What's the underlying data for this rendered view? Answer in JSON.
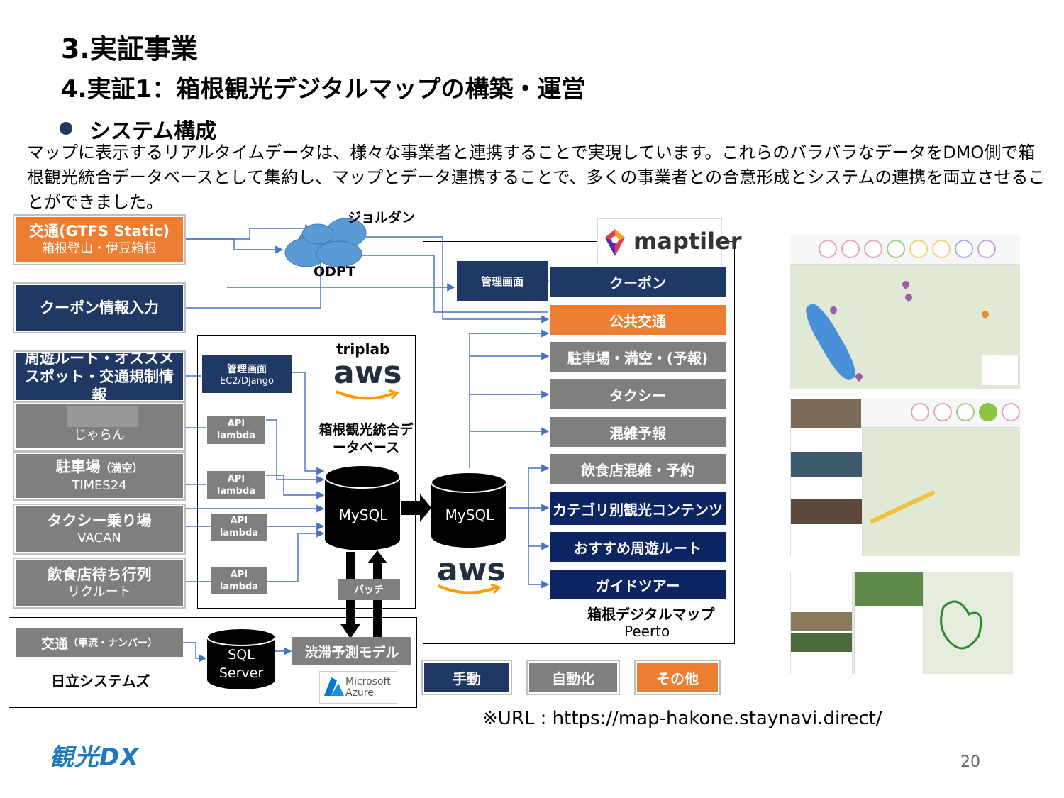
{
  "header": {
    "title": "3.実証事業",
    "subtitle": "4.実証1：箱根観光デジタルマップの構築・運営",
    "section": "システム構成"
  },
  "description": "マップに表示するリアルタイムデータは、様々な事業者と連携することで実現しています。これらのバラバラなデータをDMO側で箱根観光統合データベースとして集約し、マップとデータ連携することで、多くの事業者との合意形成とシステムの連携を両立させることができました。",
  "sources": [
    {
      "l1": "交通(GTFS Static)",
      "l2": "箱根登山・伊豆箱根"
    },
    {
      "l1": "クーポン情報入力",
      "l2": ""
    },
    {
      "l1": "周遊ルート・オススメスポット・交通規制情報",
      "l2": ""
    },
    {
      "l1": "",
      "l2": "じゃらん"
    },
    {
      "l1": "駐車場",
      "l1sub": "（満空）",
      "l2": "TIMES24"
    },
    {
      "l1": "タクシー乗り場",
      "l2": "VACAN"
    },
    {
      "l1": "飲食店待ち行列",
      "l2": "リクルート"
    }
  ],
  "cloud": {
    "jorudan": "ジョルダン",
    "odpt": "ODPT"
  },
  "triplab": {
    "name": "triplab",
    "aws": "aws",
    "admin": "管理画面",
    "admin_sub": "EC2/Django",
    "db_label": "箱根観光統合データベース",
    "mysql": "MySQL",
    "api": "API",
    "lambda": "lambda"
  },
  "maptiler": {
    "name": "maptiler",
    "admin": "管理画面",
    "mysql": "MySQL",
    "aws": "aws",
    "footer": "箱根デジタルマップ",
    "footer2": "Peerto"
  },
  "outputs": [
    {
      "label": "クーポン",
      "kind": "manual"
    },
    {
      "label": "公共交通",
      "kind": "other"
    },
    {
      "label": "駐車場・満空・(予報)",
      "kind": "auto"
    },
    {
      "label": "タクシー",
      "kind": "auto"
    },
    {
      "label": "混雑予報",
      "kind": "auto"
    },
    {
      "label": "飲食店混雑・予約",
      "kind": "auto"
    },
    {
      "label": "カテゴリ別観光コンテンツ",
      "kind": "manual"
    },
    {
      "label": "おすすめ周遊ルート",
      "kind": "manual"
    },
    {
      "label": "ガイドツアー",
      "kind": "manual"
    }
  ],
  "batch": "バッチ",
  "hitachi": {
    "traffic": "交通",
    "traffic_sub": "（車流・ナンバー）",
    "name": "日立システムズ",
    "sql": "SQL",
    "server": "Server",
    "model": "渋滞予測モデル",
    "azure1": "Microsoft",
    "azure2": "Azure"
  },
  "legend": {
    "manual": "手動",
    "auto": "自動化",
    "other": "その他"
  },
  "url": "※URL : https://map-hakone.staynavi.direct/",
  "logo": "観光DX",
  "page": "20",
  "colors": {
    "manual": "#203864",
    "auto": "#7f7f7f",
    "other": "#ed7d31",
    "arrow": "#4472c4"
  }
}
